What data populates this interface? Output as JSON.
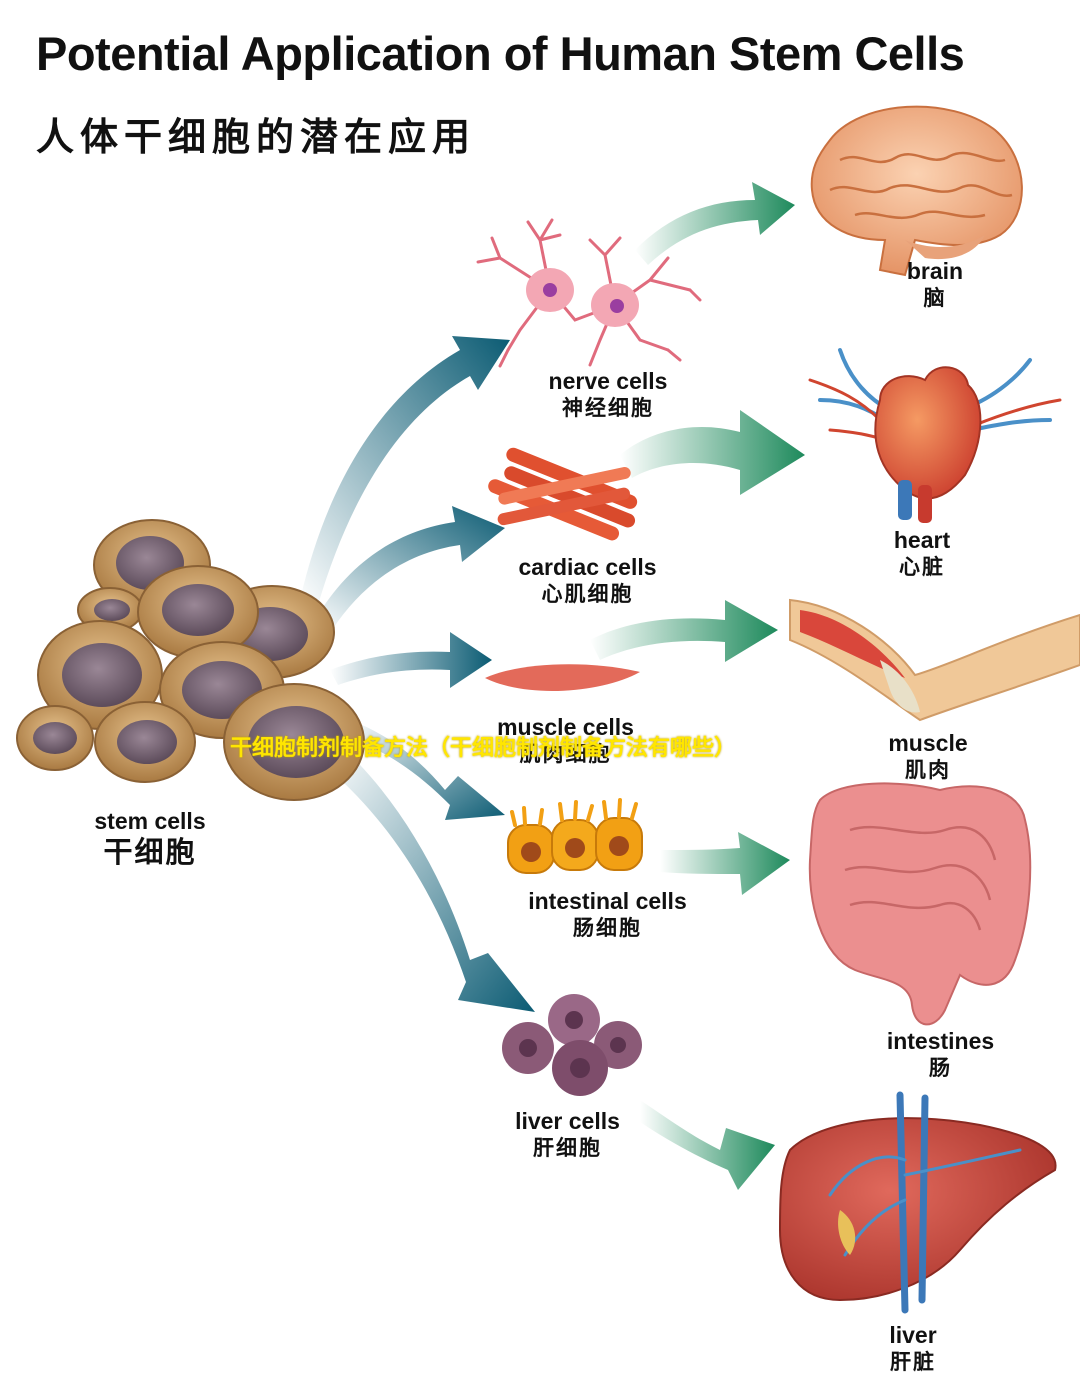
{
  "header": {
    "title": "Potential Application of Human Stem Cells",
    "subtitle": "人体干细胞的潜在应用"
  },
  "source": {
    "en": "stem cells",
    "zh": "干细胞"
  },
  "cells": [
    {
      "en": "nerve cells",
      "zh": "神经细胞"
    },
    {
      "en": "cardiac cells",
      "zh": "心肌细胞"
    },
    {
      "en": "muscle cells",
      "zh": "肌肉细胞"
    },
    {
      "en": "intestinal cells",
      "zh": "肠细胞"
    },
    {
      "en": "liver cells",
      "zh": "肝细胞"
    }
  ],
  "organs": [
    {
      "en": "brain",
      "zh": "脑"
    },
    {
      "en": "heart",
      "zh": "心脏"
    },
    {
      "en": "muscle",
      "zh": "肌肉"
    },
    {
      "en": "intestines",
      "zh": "肠"
    },
    {
      "en": "liver",
      "zh": "肝脏"
    }
  ],
  "overlay_text": "干细胞制剂制备方法（干细胞制剂制备方法有哪些）",
  "colors": {
    "stem_arrow": "#0b5b73",
    "organ_arrow": "#1e8a5c",
    "stem_cell": "#c79a5e",
    "nucleus": "#7d6a78",
    "tissue": "#e0675a",
    "intestinal_cell": "#f2a014",
    "liver_cell": "#8b5a77",
    "overlay": "#ffe600"
  }
}
